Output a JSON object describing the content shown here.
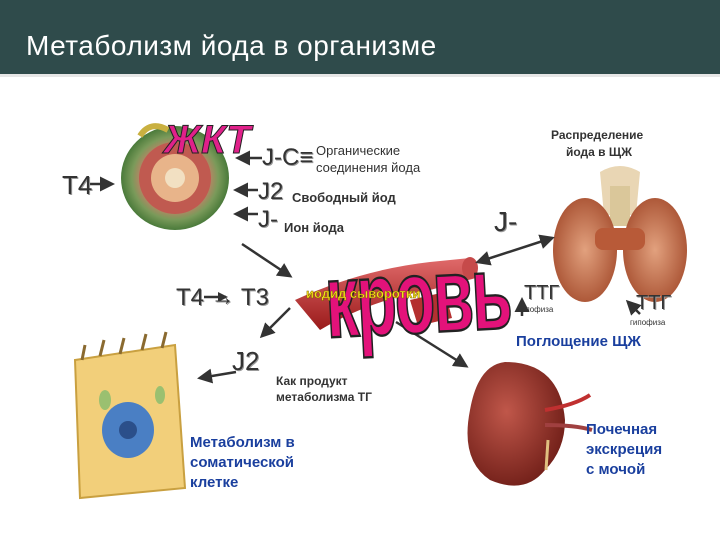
{
  "title": "Метаболизм йода в организме",
  "gut_label": "ЖКТ",
  "blood_label": "кровь",
  "labels": {
    "t4_gut": "T4",
    "jc": "J-C≡",
    "organic": [
      "Органические",
      "соединения йода"
    ],
    "j2_free": "J2",
    "free_iodine": "Свободный йод",
    "j_ion": "J-",
    "ion_iodine": "Ион йода",
    "t4_t3": "T4 → T3",
    "serum_iodide": "иодид сыворотки",
    "j2_product": "J2",
    "tg_product": [
      "Как продукт",
      "метаболизма ТГ"
    ],
    "j_minus_thyroid": "J-",
    "thyroid_distribution": [
      "Распределение",
      "йода в ЩЖ"
    ],
    "ttg1": "ТТГ",
    "pituitary1": "гипофиза",
    "ttg2": "ТТГ",
    "pituitary2": "гипофиза",
    "thyroid_uptake": "Поглощение ЩЖ",
    "somatic": [
      "Метаболизм в",
      "соматической",
      "клетке"
    ],
    "renal": [
      "Почечная",
      "экскреция",
      "с мочой"
    ]
  },
  "colors": {
    "header": "#2f4b4b",
    "gut_text": "#e0218a",
    "blood_text": "#e3127a",
    "blue_text": "#1a3f9e",
    "arrow": "#333333"
  }
}
